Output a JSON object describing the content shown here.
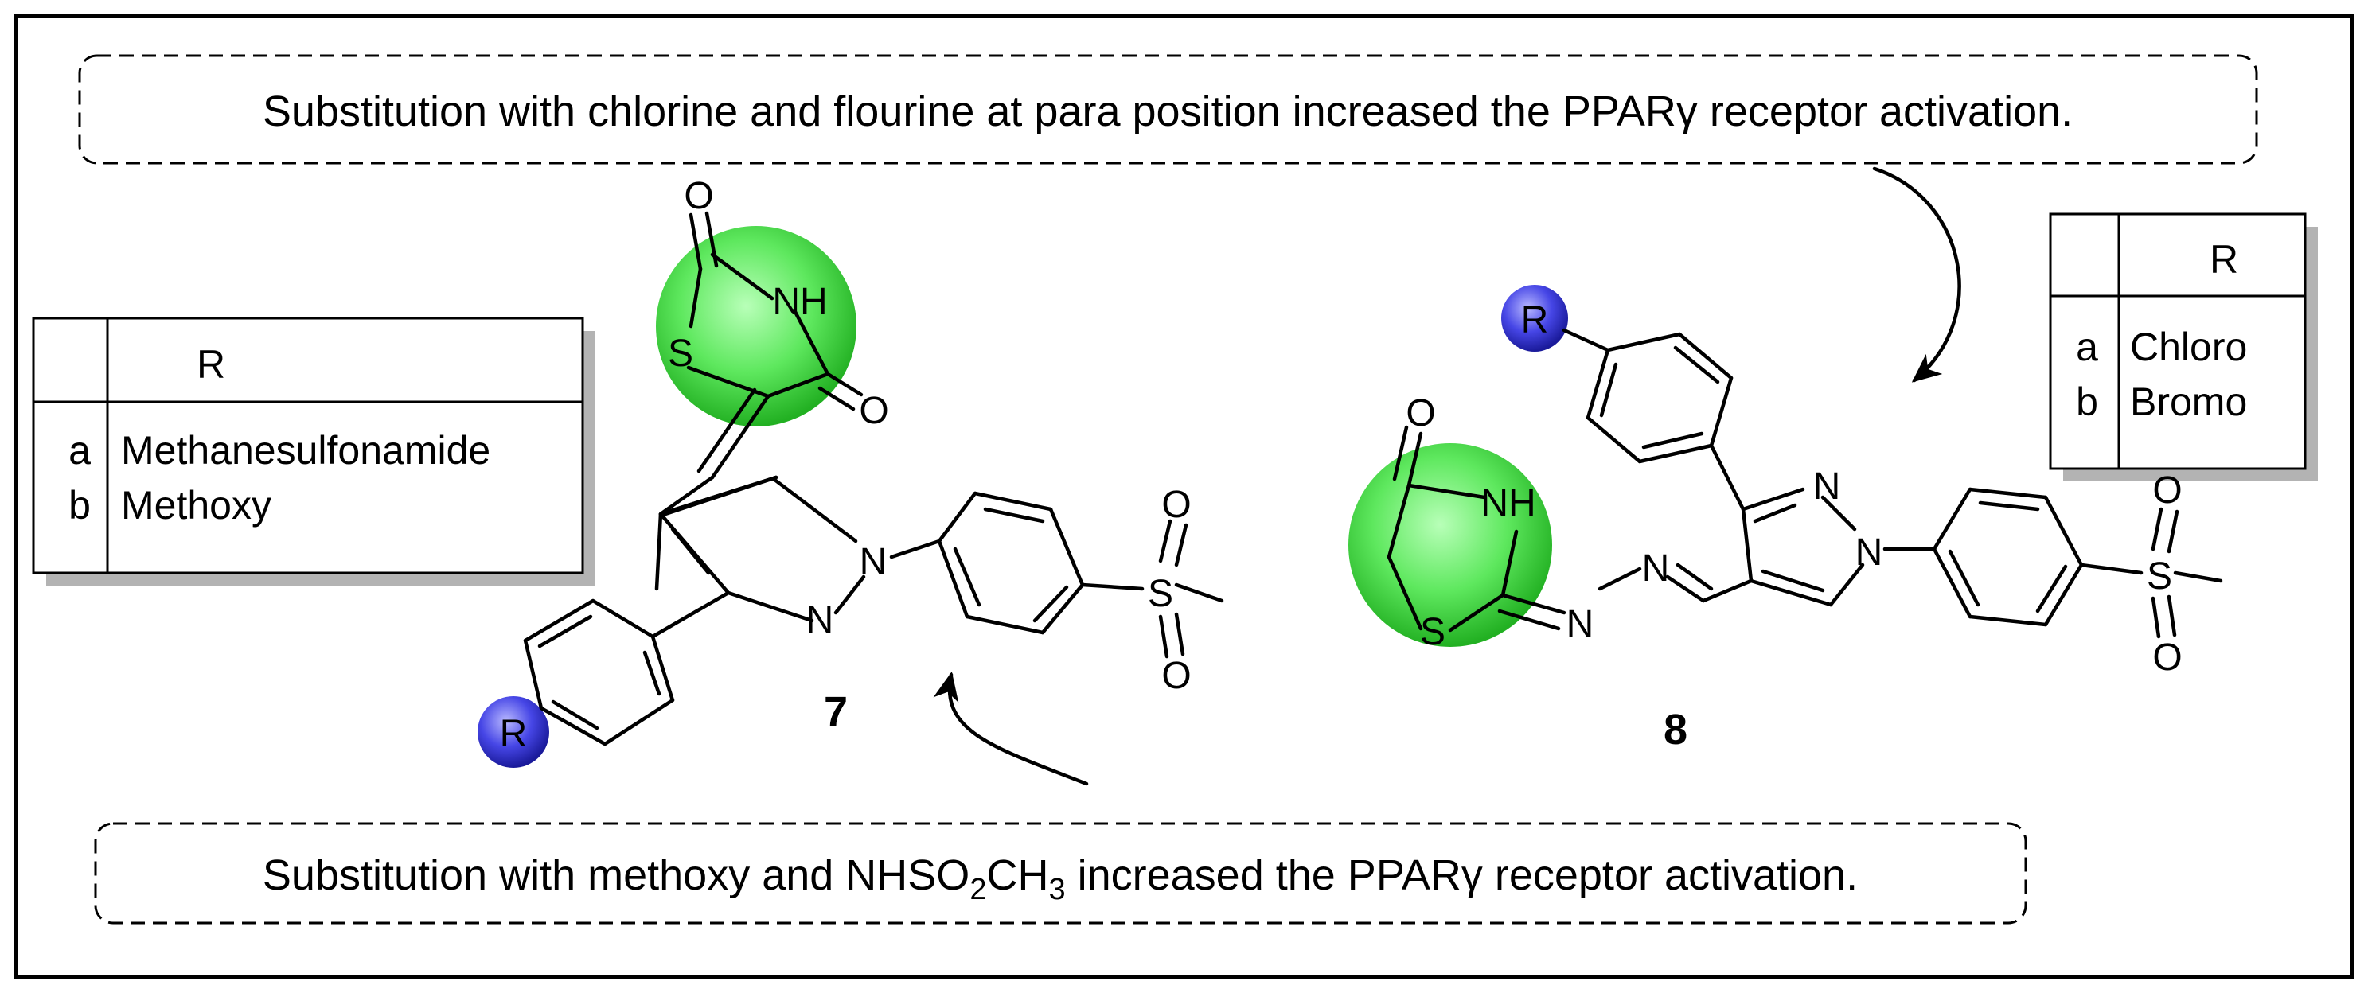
{
  "notes": {
    "top": "Substitution with chlorine and flourine at para position increased the PPARγ receptor activation.",
    "bottom_before": "Substitution with methoxy and NHSO",
    "bottom_sub1": "2",
    "bottom_mid": "CH",
    "bottom_sub2": "3",
    "bottom_after": " increased the PPARγ receptor activation."
  },
  "table_left": {
    "header": "R",
    "rows": [
      {
        "key": "a",
        "value": "Methanesulfonamide"
      },
      {
        "key": "b",
        "value": "Methoxy"
      }
    ]
  },
  "table_right": {
    "header": "R",
    "rows": [
      {
        "key": "a",
        "value": "Chloro"
      },
      {
        "key": "b",
        "value": "Bromo"
      }
    ]
  },
  "compound7": {
    "label": "7",
    "atoms": {
      "o_top": "O",
      "nh": "NH",
      "s": "S",
      "o_right": "O",
      "n1": "N",
      "n2": "N",
      "s_sulfonyl": "S",
      "o_sulf_top": "O",
      "o_sulf_bottom": "O",
      "r": "R"
    }
  },
  "compound8": {
    "label": "8",
    "atoms": {
      "o_top": "O",
      "nh": "NH",
      "s": "S",
      "n_hyd1": "N",
      "n_hyd2": "N",
      "n1": "N",
      "n2": "N",
      "s_sulfonyl": "S",
      "o_sulf_top": "O",
      "o_sulf_bottom": "O",
      "r": "R"
    }
  },
  "colors": {
    "highlight_green": "#5ee85e",
    "highlight_blue": "#3f3fe0",
    "border": "#000000",
    "shadow": "#b3b3b3"
  }
}
